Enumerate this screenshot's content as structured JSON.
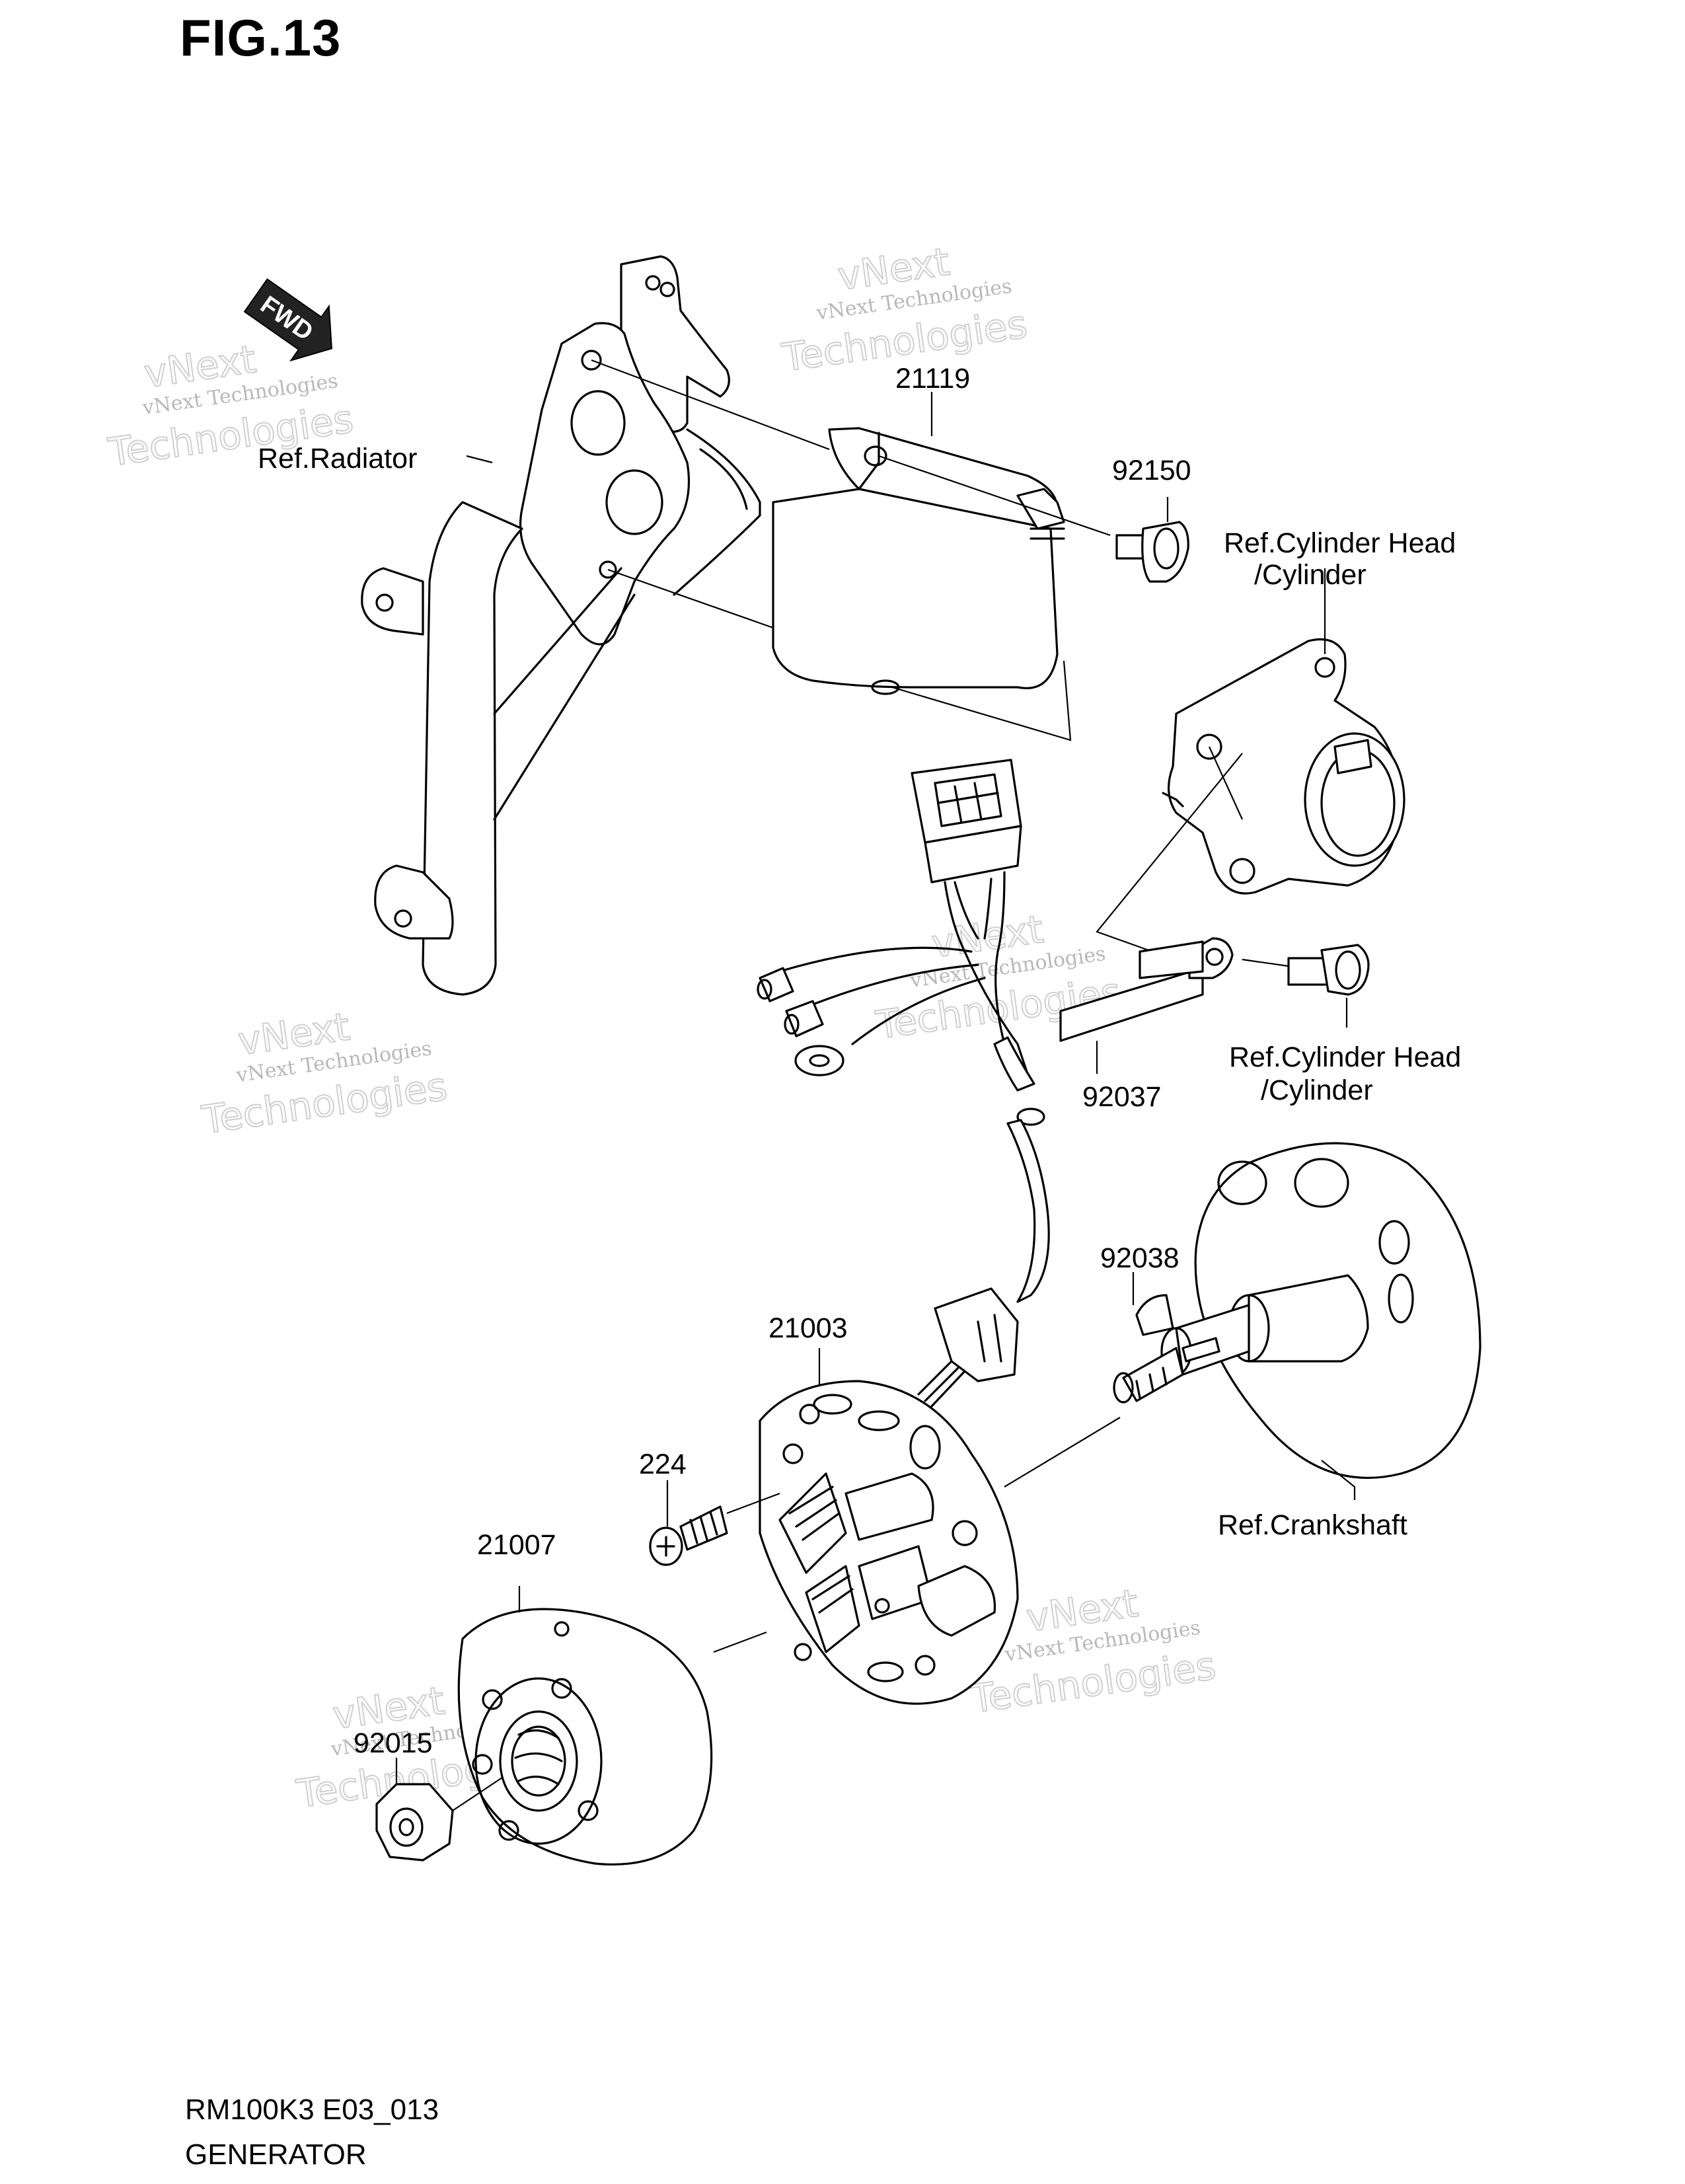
{
  "figure": {
    "title": "FIG.13",
    "code": "RM100K3 E03_013",
    "name": "GENERATOR"
  },
  "fwd_arrow_text": "FWD",
  "labels": {
    "ref_radiator": "Ref.Radiator",
    "part_21119": "21119",
    "part_92150": "92150",
    "ref_cyl_head_1_line1": "Ref.Cylinder Head",
    "ref_cyl_head_1_line2": "/Cylinder",
    "part_92037": "92037",
    "ref_cyl_head_2_line1": "Ref.Cylinder Head",
    "ref_cyl_head_2_line2": "/Cylinder",
    "part_92038": "92038",
    "part_21003": "21003",
    "part_224": "224",
    "part_21007": "21007",
    "part_92015": "92015",
    "ref_crankshaft": "Ref.Crankshaft"
  },
  "watermark": {
    "line1": "vNext Technologies",
    "line2": "Technologies",
    "brand": "vNext"
  }
}
